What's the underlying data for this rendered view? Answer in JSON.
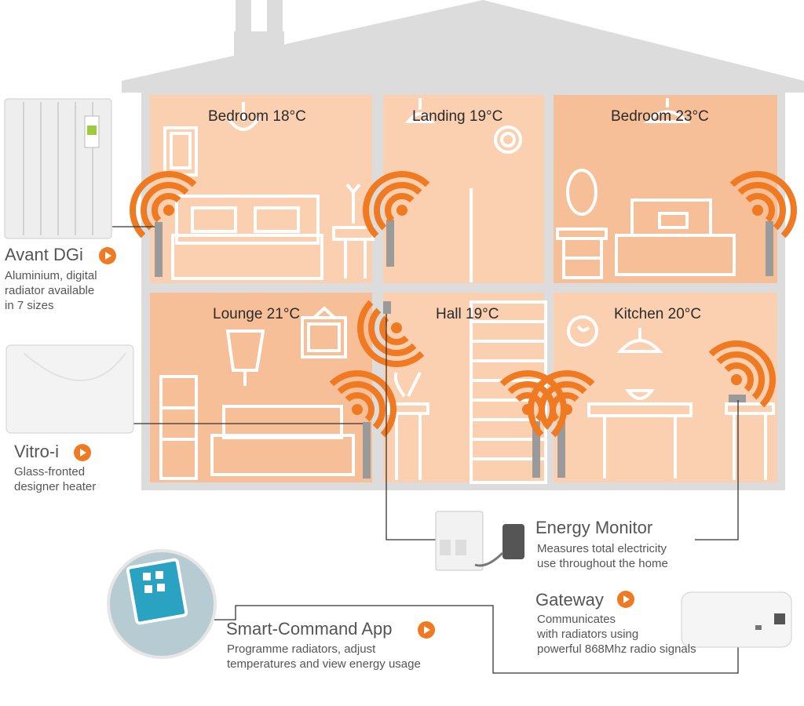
{
  "colors": {
    "house_outline": "#dcdcdc",
    "room_light": "#fbd0b0",
    "room_dark": "#f7bf97",
    "signal": "#f07a21",
    "furniture": "#ffffff",
    "connector": "#333333"
  },
  "rooms": [
    {
      "id": "bedroom-1",
      "label": "Bedroom 18°C"
    },
    {
      "id": "landing",
      "label": "Landing 19°C"
    },
    {
      "id": "bedroom-2",
      "label": "Bedroom 23°C"
    },
    {
      "id": "lounge",
      "label": "Lounge 21°C"
    },
    {
      "id": "hall",
      "label": "Hall 19°C"
    },
    {
      "id": "kitchen",
      "label": "Kitchen 20°C"
    }
  ],
  "products": {
    "avant": {
      "title": "Avant DGi",
      "lines": [
        "Aluminium, digital",
        "radiator available",
        "in 7 sizes"
      ],
      "icon": "play-icon"
    },
    "vitro": {
      "title": "Vitro-i",
      "lines": [
        "Glass-fronted",
        "designer heater"
      ],
      "icon": "play-icon"
    },
    "energy": {
      "title": "Energy Monitor",
      "lines": [
        "Measures total electricity",
        "use throughout the home"
      ]
    },
    "gateway": {
      "title": "Gateway",
      "lines": [
        "Communicates",
        "with radiators using",
        "powerful 868Mhz radio signals"
      ],
      "icon": "play-icon"
    },
    "app": {
      "title": "Smart-Command App",
      "lines": [
        "Programme radiators, adjust",
        "temperatures and view energy usage"
      ],
      "icon": "play-icon"
    }
  }
}
